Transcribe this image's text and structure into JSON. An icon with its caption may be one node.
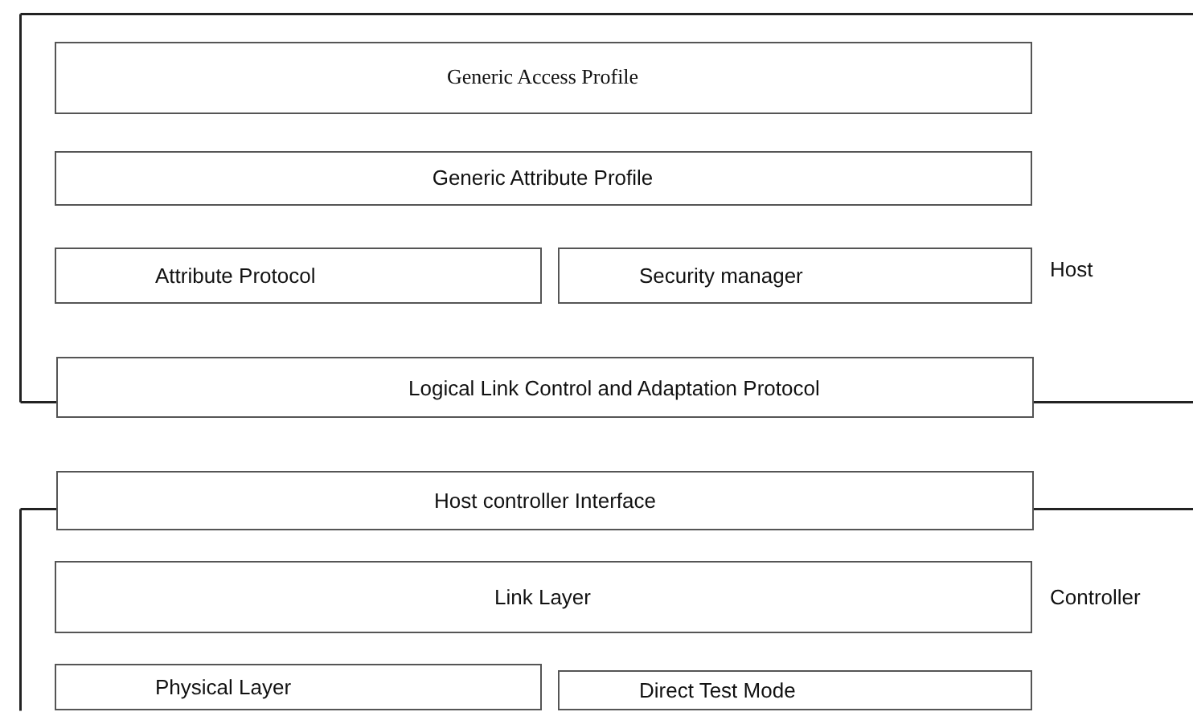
{
  "diagram": {
    "nodes": [
      {
        "text": [
          "Host"
        ]
      },
      {
        "text": [
          "Generic Access Profile"
        ],
        "in": 0
      },
      {
        "text": [
          "Generic Attribute Profile"
        ],
        "in": 0
      },
      {
        "text": [
          "Attribute Protocol"
        ],
        "in": 0
      },
      {
        "text": [
          "Security manager"
        ],
        "in": 0
      },
      {
        "text": [
          "Logical Link Control and Adaptation Protocol"
        ]
      },
      {
        "text": [
          "Controller"
        ]
      },
      {
        "text": [
          "Host controller Interface"
        ]
      },
      {
        "text": [
          "Link Layer"
        ],
        "in": 6
      },
      {
        "text": [
          "Physical Layer"
        ],
        "in": 6
      },
      {
        "text": [
          "Direct Test Mode"
        ],
        "in": 6
      }
    ]
  }
}
